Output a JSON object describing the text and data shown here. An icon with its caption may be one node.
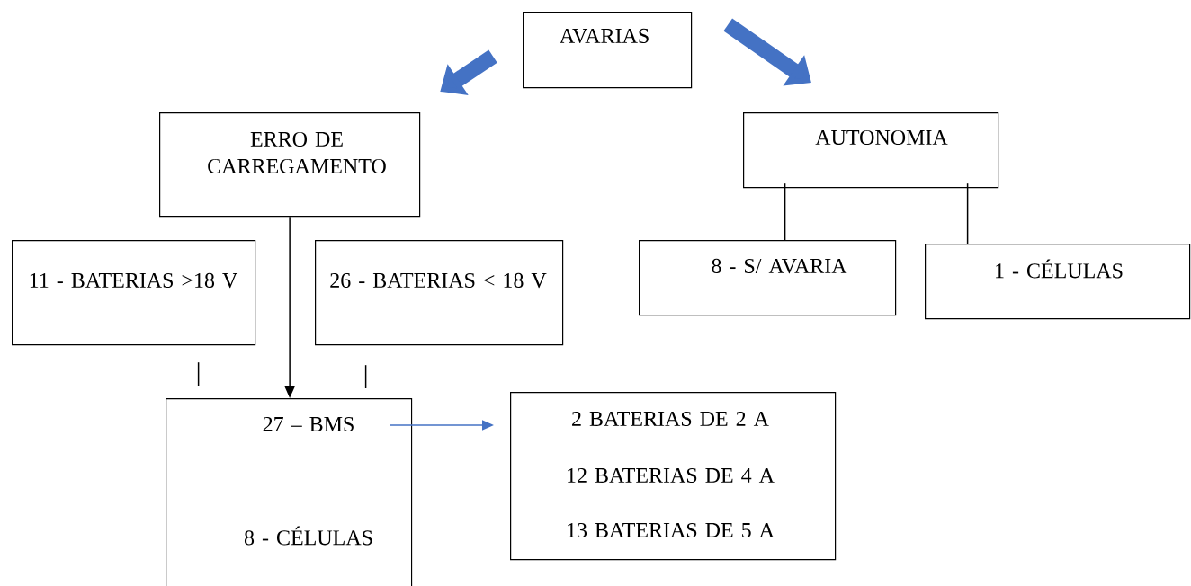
{
  "diagram": {
    "nodes": [
      {
        "text": [
          "AVARIAS"
        ]
      },
      {
        "text": [
          "ERRO DE CARREGAMENTO"
        ]
      },
      {
        "text": [
          "AUTONOMIA"
        ]
      },
      {
        "text": [
          "11 - BATERIAS >18 V"
        ]
      },
      {
        "text": [
          "26 - BATERIAS < 18 V"
        ]
      },
      {
        "text": [
          "8 - S/ AVARIA"
        ]
      },
      {
        "text": [
          "1 - CÉLULAS"
        ]
      },
      {
        "text": [
          "27 – BMS",
          "8 - CÉLULAS"
        ]
      },
      {
        "text": [
          "2 BATERIAS DE 2 A",
          "12 BATERIAS DE 4 A",
          "13 BATERIAS DE 5 A"
        ]
      }
    ],
    "edges": [
      {
        "from": 0,
        "to": 1,
        "arrow": "to",
        "style": "thick",
        "color": "#4472c4"
      },
      {
        "from": 0,
        "to": 2,
        "arrow": "to",
        "style": "thick",
        "color": "#4472c4"
      },
      {
        "from": 1,
        "to": 7,
        "arrow": "to"
      },
      {
        "from": 3,
        "to": 7,
        "arrow": "none"
      },
      {
        "from": 4,
        "to": 7,
        "arrow": "none"
      },
      {
        "from": 2,
        "to": 5,
        "arrow": "none"
      },
      {
        "from": 2,
        "to": 6,
        "arrow": "none"
      },
      {
        "from": 7,
        "to": 8,
        "arrow": "to",
        "color": "#4472c4"
      }
    ]
  }
}
